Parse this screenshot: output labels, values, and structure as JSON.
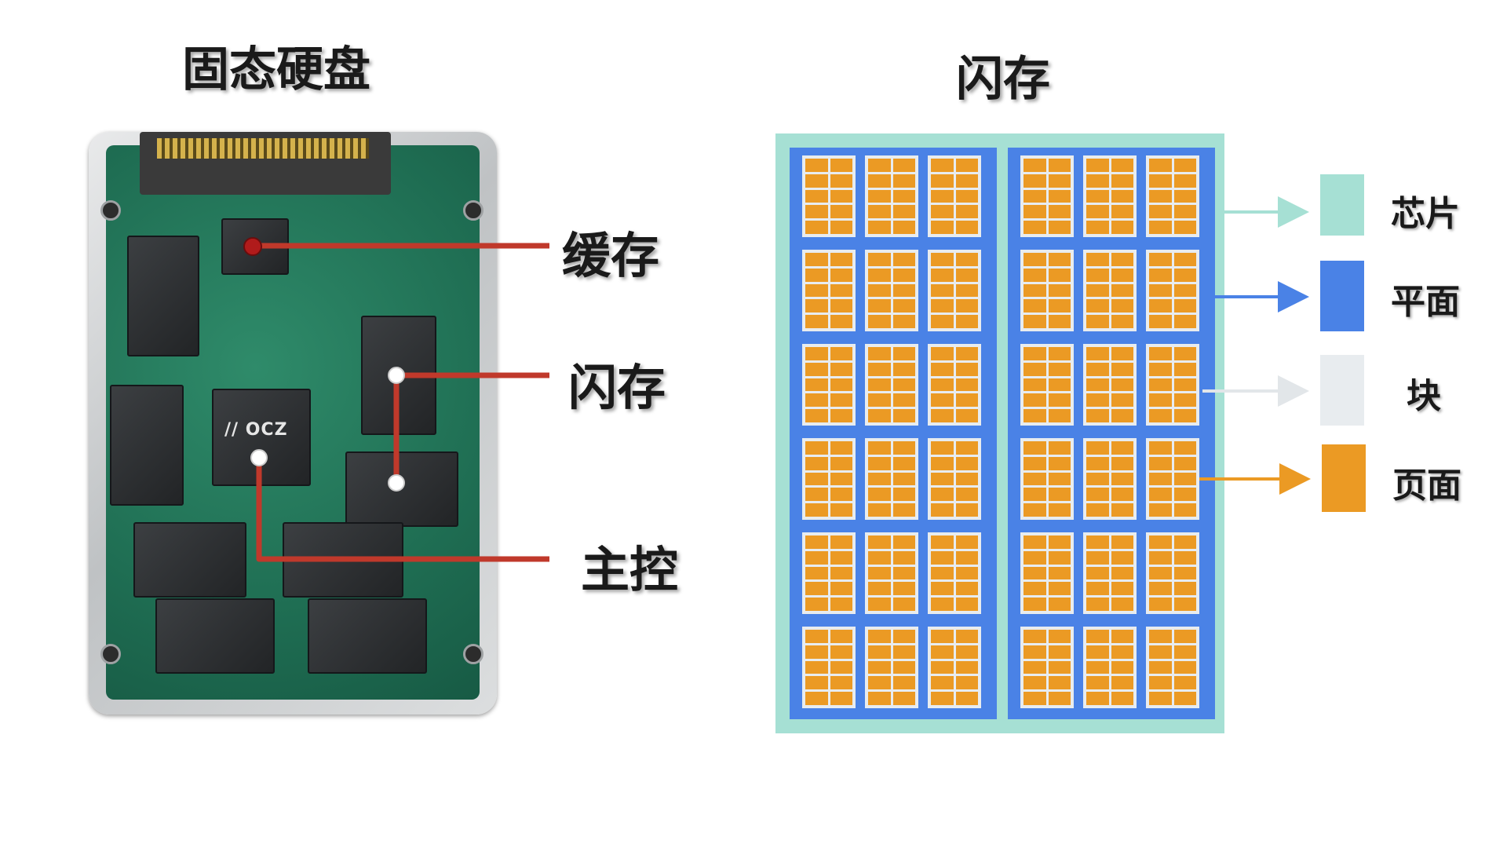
{
  "ssd": {
    "title": "固态硬盘",
    "logo_text": "// OCZ",
    "callouts": {
      "cache": "缓存",
      "flash": "闪存",
      "controller": "主控"
    }
  },
  "flash": {
    "title": "闪存",
    "legend": [
      {
        "key": "chip",
        "label": "芯片",
        "color": "#a6e0d4"
      },
      {
        "key": "plane",
        "label": "平面",
        "color": "#4a82e6"
      },
      {
        "key": "block",
        "label": "块",
        "color": "#e8ecef"
      },
      {
        "key": "page",
        "label": "页面",
        "color": "#eb9a24"
      }
    ],
    "planes": 2,
    "blocks_per_plane_cols": 3,
    "blocks_per_plane_rows": 6
  },
  "colors": {
    "callout_line": "#c0392b",
    "chip": "#a6e0d4",
    "plane": "#4a82e6",
    "block": "#e8ecef",
    "page": "#eb9a24"
  }
}
